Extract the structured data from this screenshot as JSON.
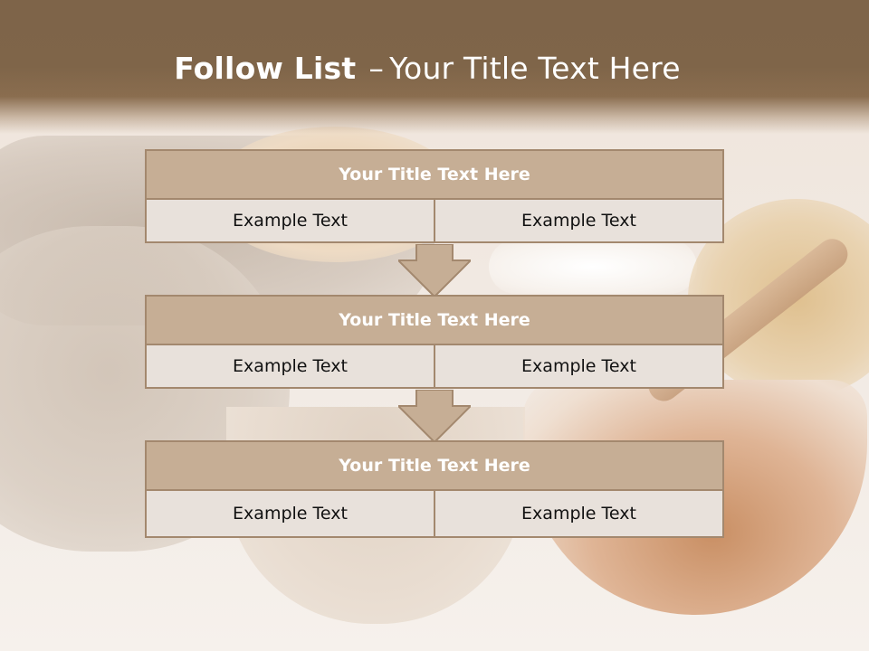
{
  "header": {
    "title_bold": "Follow List",
    "title_dash": "–",
    "title_rest": "Your Title Text Here"
  },
  "blocks": [
    {
      "title": "Your Title Text Here",
      "cells": [
        "Example Text",
        "Example Text"
      ]
    },
    {
      "title": "Your Title Text Here",
      "cells": [
        "Example Text",
        "Example Text"
      ]
    },
    {
      "title": "Your Title Text Here",
      "cells": [
        "Example Text",
        "Example Text"
      ]
    }
  ],
  "colors": {
    "header_band": "#7f6549",
    "block_title_fill": "#c6ae95",
    "block_border": "#a3886e",
    "cell_fill": "#e8e1db"
  }
}
